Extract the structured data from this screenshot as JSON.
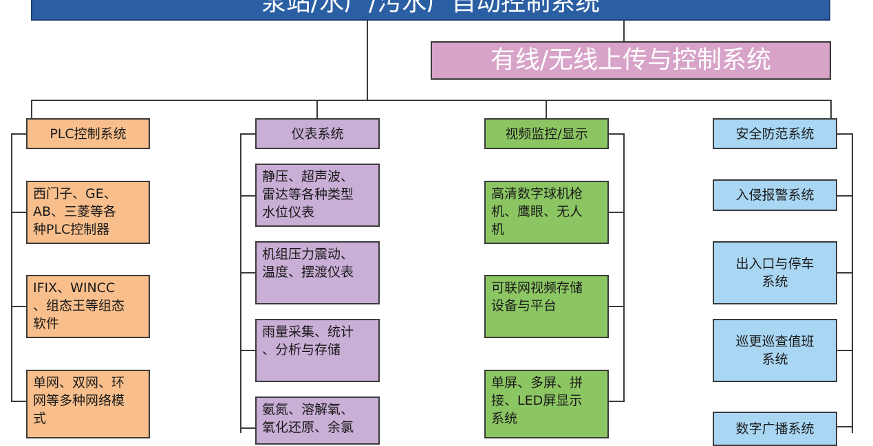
{
  "header": {
    "main_title": "泵站/水厂/污水厂自动控制系统",
    "sub_title": "有线/无线上传与控制系统"
  },
  "columns": [
    {
      "title": "PLC控制系统",
      "items": [
        "西门子、GE、\nAB、三菱等各\n种PLC控制器",
        "IFIX、WINCC\n、组态王等组态\n软件",
        "单网、双网、环\n网等多种网络模\n式"
      ]
    },
    {
      "title": "仪表系统",
      "items": [
        "静压、超声波、\n雷达等各种类型\n水位仪表",
        "机组压力震动、\n温度、摆渡仪表",
        "雨量采集、统计\n、分析与存储",
        "氨氮、溶解氧、\n氧化还原、余氯"
      ]
    },
    {
      "title": "视频监控/显示",
      "items": [
        "高清数字球机枪\n机、鹰眼、无人\n机",
        "可联网视频存储\n设备与平台",
        "单屏、多屏、拼\n接、LED屏显示\n系统"
      ]
    },
    {
      "title": "安全防范系统",
      "items": [
        "入侵报警系统",
        "出入口与停车\n系统",
        "巡更巡查值班\n系统",
        "数字广播系统"
      ]
    }
  ],
  "colors": {
    "banner": "#2b5fa4",
    "sub_banner": "#d7a3c8",
    "plc": "#f8bf8c",
    "instrument": "#c9aed6",
    "video": "#8cc663",
    "security": "#a9d6f3"
  }
}
